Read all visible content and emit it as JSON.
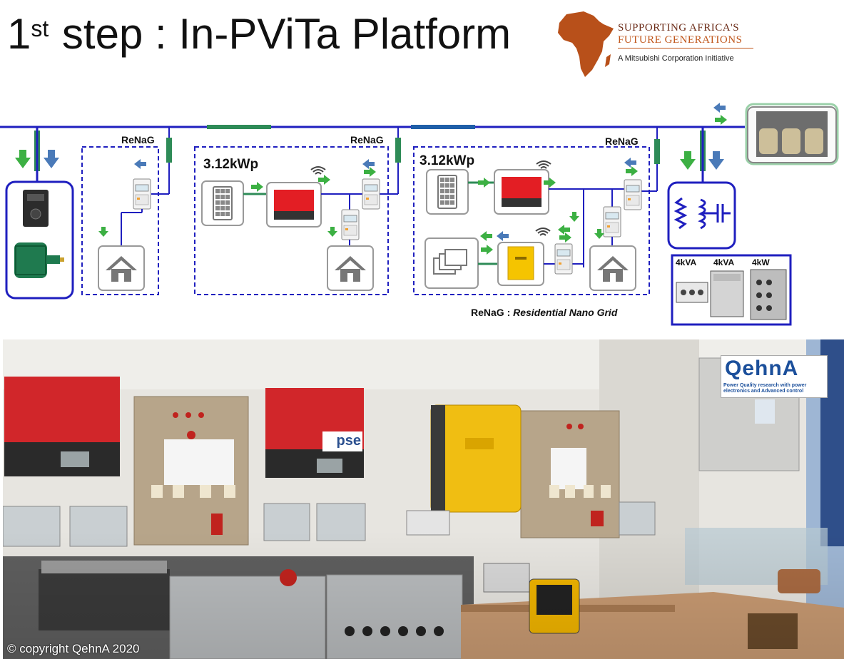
{
  "title": {
    "ordinal": "1",
    "sup": "st",
    "text": " step : In-PViTa Platform"
  },
  "logo": {
    "line1": "SUPPORTING AFRICA'S",
    "line2": "FUTURE GENERATIONS",
    "line3": "A Mitsubishi Corporation Initiative"
  },
  "diagram": {
    "renag_label": "ReNaG",
    "pv_power_1": "3.12kWp",
    "pv_power_2": "3.12kWp",
    "load_ratings": [
      "4kVA",
      "4kVA",
      "4kW"
    ],
    "footnote_abbrev": "ReNaG : ",
    "footnote_text": "Residential Nano Grid"
  },
  "photo": {
    "copyright": "© copyright QehnA 2020",
    "qehna_name": "QehnA",
    "qehna_tagline": "Power Quality research with power electronics and Advanced control",
    "pse_label": "pse"
  },
  "colors": {
    "bus_line": "#1f1fbf",
    "switch_green": "#2e8b57",
    "flow_green": "#3cb043",
    "flow_blue": "#4a7ab8",
    "inverter_red": "#e31e24",
    "battery_inverter_yellow": "#f5c400"
  },
  "icons": [
    "house-icon",
    "pv-panel-icon",
    "inverter-icon",
    "meter-icon",
    "battery-icon",
    "motor-icon",
    "transformer-icon",
    "rlc-load-icon",
    "wifi-icon",
    "arrow-icon"
  ]
}
